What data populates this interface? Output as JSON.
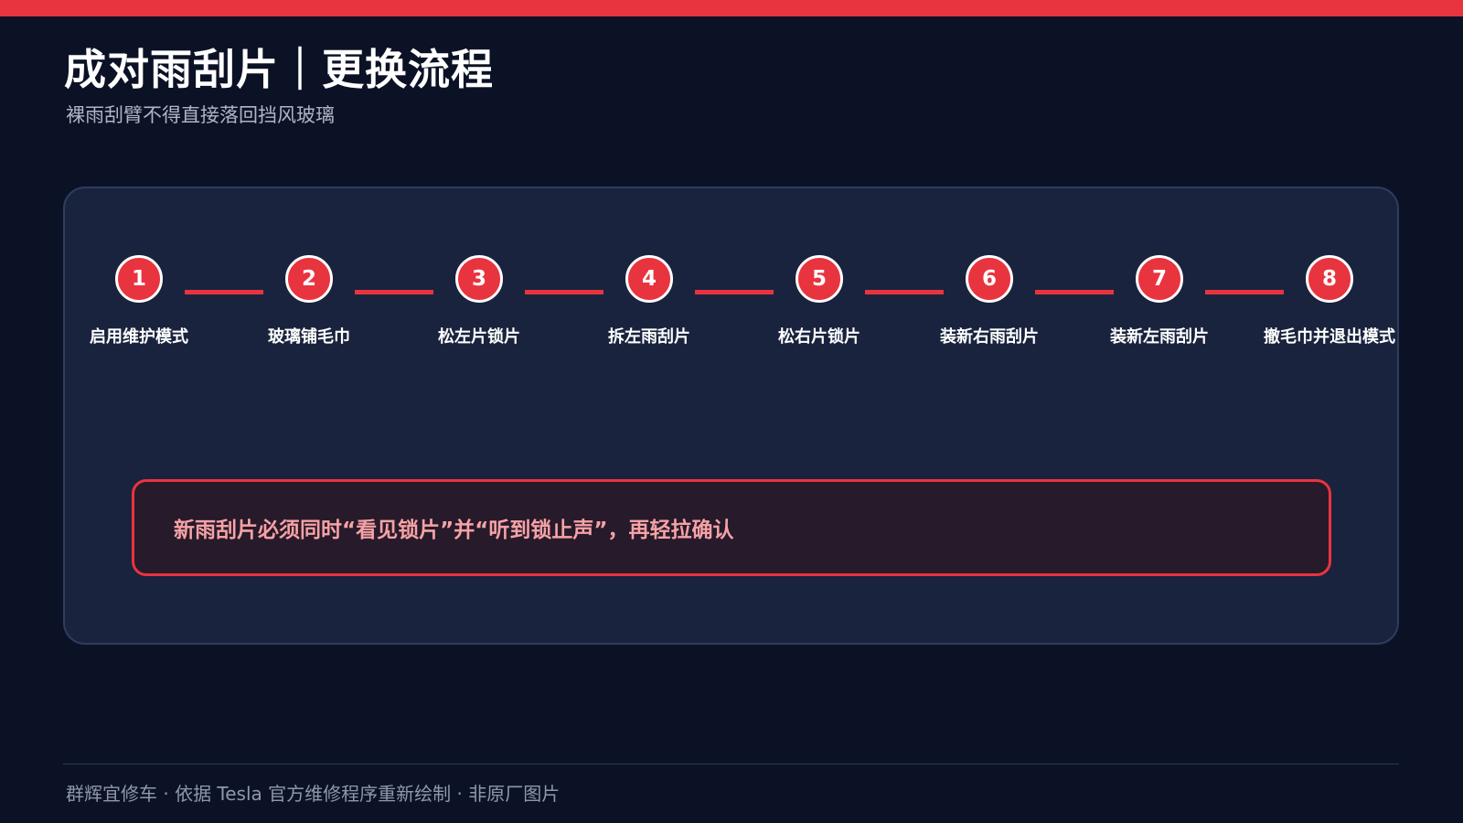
{
  "header": {
    "title": "成对雨刮片｜更换流程",
    "subtitle": "裸雨刮臂不得直接落回挡风玻璃"
  },
  "steps": [
    {
      "number": "1",
      "label": "启用维护模式"
    },
    {
      "number": "2",
      "label": "玻璃铺毛巾"
    },
    {
      "number": "3",
      "label": "松左片锁片"
    },
    {
      "number": "4",
      "label": "拆左雨刮片"
    },
    {
      "number": "5",
      "label": "松右片锁片"
    },
    {
      "number": "6",
      "label": "装新右雨刮片"
    },
    {
      "number": "7",
      "label": "装新左雨刮片"
    },
    {
      "number": "8",
      "label": "撤毛巾并退出模式"
    }
  ],
  "notice": {
    "text": "新雨刮片必须同时“看见锁片”并“听到锁止声”，再轻拉确认"
  },
  "footer": {
    "text": "群辉宜修车 · 依据 Tesla 官方维修程序重新绘制 · 非原厂图片"
  },
  "colors": {
    "accent": "#e8343f",
    "background": "#0c1226",
    "panel": "#19233d",
    "notice_text": "#f6a2a6"
  }
}
